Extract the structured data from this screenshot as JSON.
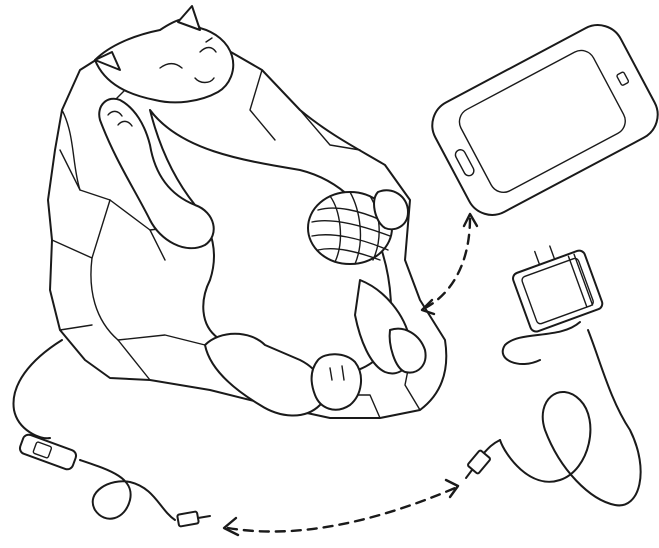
{
  "illustration": {
    "items": [
      {
        "name": "cat-lamp",
        "icon": "cat-on-rock-icon"
      },
      {
        "name": "yarn-ball",
        "icon": "yarn-ball-icon"
      },
      {
        "name": "smartphone",
        "icon": "smartphone-icon"
      },
      {
        "name": "power-adapter",
        "icon": "power-adapter-icon"
      },
      {
        "name": "inline-switch",
        "icon": "inline-switch-icon"
      },
      {
        "name": "dc-plug",
        "icon": "dc-plug-icon"
      }
    ],
    "connections": [
      {
        "from": "cat-lamp",
        "to": "smartphone",
        "style": "dashed-double-arrow"
      },
      {
        "from": "dc-plug",
        "to": "power-adapter",
        "style": "dashed-double-arrow"
      }
    ],
    "colors": {
      "line": "#1a1a1a",
      "background": "#ffffff"
    }
  }
}
